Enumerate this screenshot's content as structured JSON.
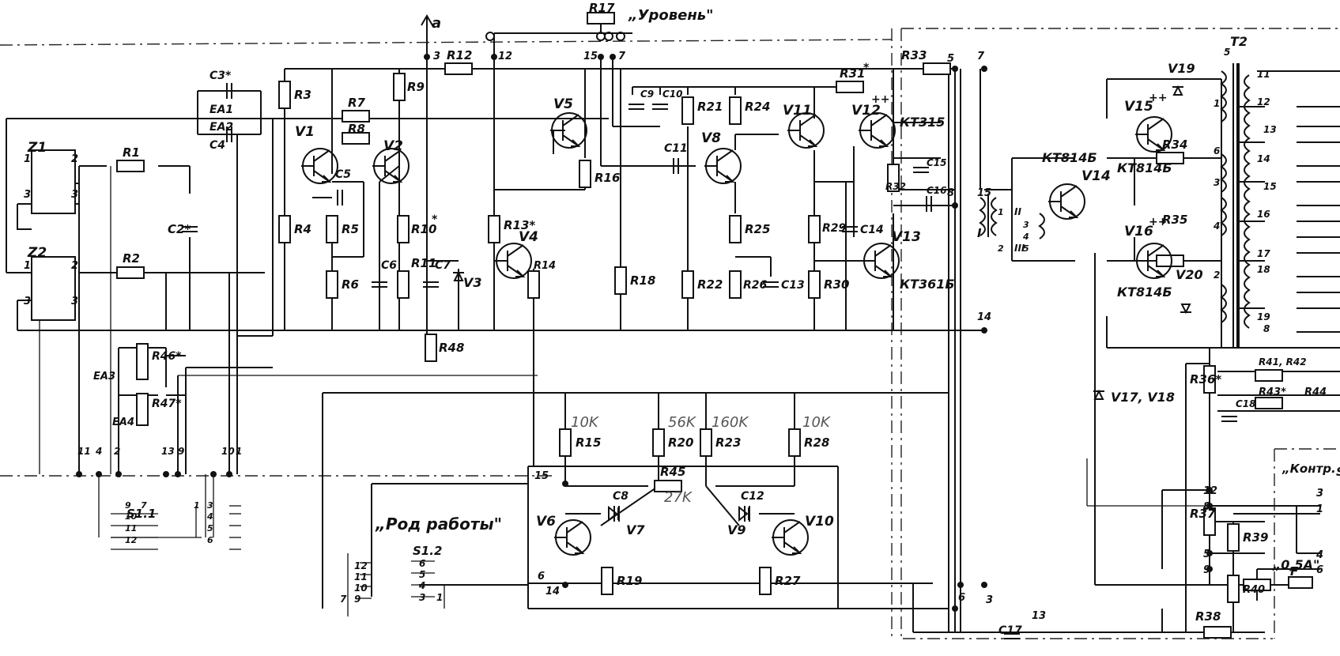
{
  "signals": {
    "a": "a",
    "level": "„Уровень\"",
    "mode": "„Род работы\"",
    "ctrl": "„Контр. пи.",
    "fuse_rating": "„0,5А\"",
    "title_s": "S"
  },
  "transistors": {
    "V1": "V1",
    "V2": "V2",
    "V4": "V4",
    "V5": "V5",
    "V6": "V6",
    "V8": "V8",
    "V10": "V10",
    "V11": "V11",
    "V12": "V12",
    "V12_mark": "++",
    "V12_type": "КТ315",
    "V13": "V13",
    "V13_type": "КТ361Б",
    "V14": "V14",
    "V14_type": "КТ814Б",
    "V15": "V15",
    "V15_mark": "++",
    "V15_type": "КТ814Б",
    "V16": "V16",
    "V16_mark": "++",
    "V16_type": "КТ814Б"
  },
  "diodes": {
    "V3": "V3",
    "V7": "V7",
    "V9": "V9",
    "V17_18": "V17, V18",
    "V19": "V19",
    "V20": "V20"
  },
  "resistors": {
    "R1": "R1",
    "R2": "R2",
    "R3": "R3",
    "R4": "R4",
    "R5": "R5",
    "R6": "R6",
    "R7": "R7",
    "R8": "R8",
    "R9": "R9",
    "R10": "R10",
    "R10_mark": "*",
    "R11": "R11",
    "R12": "R12",
    "R13": "R13*",
    "R14": "R14",
    "R15": "R15",
    "R16": "R16",
    "R17": "R17",
    "R18": "R18",
    "R19": "R19",
    "R20": "R20",
    "R21": "R21",
    "R22": "R22",
    "R23": "R23",
    "R24": "R24",
    "R25": "R25",
    "R26": "R26",
    "R27": "R27",
    "R28": "R28",
    "R29": "R29",
    "R30": "R30",
    "R31": "R31",
    "R31_mark": "*",
    "R32": "R32",
    "R33": "R33",
    "R34": "R34",
    "R35": "R35",
    "R36": "R36*",
    "R37": "R37",
    "R38": "R38",
    "R39": "R39",
    "R40": "R40",
    "R41_42": "R41, R42",
    "R43": "R43*",
    "R44": "R44",
    "R45": "R45",
    "R46": "R46*",
    "R47": "R47*",
    "R48": "R48"
  },
  "capacitors": {
    "C2": "C2*",
    "C3": "C3*",
    "C4": "C4",
    "C5": "C5",
    "C6": "C6",
    "C7": "C7",
    "C8": "C8",
    "C9": "C9",
    "C10": "C10",
    "C11": "C11",
    "C12": "C12",
    "C13": "C13",
    "C14": "C14",
    "C15": "C15",
    "C16": "C16",
    "C17": "C17",
    "C18": "C18"
  },
  "handwritten_values": {
    "R15": "10K",
    "R20": "56K",
    "R23": "160K",
    "R28": "10K",
    "R45": "27K"
  },
  "blocks": {
    "Z1": "Z1",
    "Z2": "Z2",
    "EA1": "EA1",
    "EA2": "EA2",
    "EA3": "EA3",
    "EA4": "EA4",
    "T2": "T2",
    "F": "F",
    "S1_1": "S1.1",
    "S1_2": "S1.2",
    "winding_I": "I",
    "winding_II": "II",
    "winding_III": "III"
  },
  "pins": {
    "z_2": "2",
    "z_1": "1",
    "z_3": "3",
    "n3": "3",
    "n12": "12",
    "n15": "15",
    "n7": "7",
    "n5": "5",
    "n7b": "7",
    "n8": "8",
    "n15b": "15",
    "n14": "14",
    "n6": "6",
    "n3b": "3",
    "n13": "13",
    "n15c": "15",
    "n6b": "6",
    "n14b": "14",
    "s11_11": "11",
    "s11_4": "4",
    "s11_2": "2",
    "s11_13": "13",
    "s11_9": "9",
    "s11_10": "10",
    "s11_1": "1",
    "sa_9": "9",
    "sa_10": "10",
    "sa_11": "11",
    "sa_12": "12",
    "sa_7": "7",
    "sb_1": "1",
    "sb_3": "3",
    "sb_4": "4",
    "sb_5": "5",
    "sb_6": "6",
    "s12_6": "6",
    "s12_5": "5",
    "s12_4": "4",
    "s12_3": "3",
    "s12_1": "1",
    "m12": "12",
    "m11": "11",
    "m10": "10",
    "m9": "9",
    "m7": "7",
    "t2_5": "5",
    "t2_11": "11",
    "t2_12": "12",
    "t2_13": "13",
    "t2_6": "6",
    "t2_14": "14",
    "t2_3": "3",
    "t2_15": "15",
    "t2_16": "16",
    "t2_4": "4",
    "t2_17": "17",
    "t2_18": "18",
    "t2_2": "2",
    "t2_19": "19",
    "t2_8": "8",
    "t2_1": "1",
    "r12": "12",
    "r8": "8",
    "r5": "5",
    "r9": "9",
    "r3": "3",
    "r1": "1",
    "r4": "4",
    "r6": "6",
    "w1": "1",
    "w2": "2",
    "w3": "3",
    "w4": "4",
    "w5": "5"
  }
}
